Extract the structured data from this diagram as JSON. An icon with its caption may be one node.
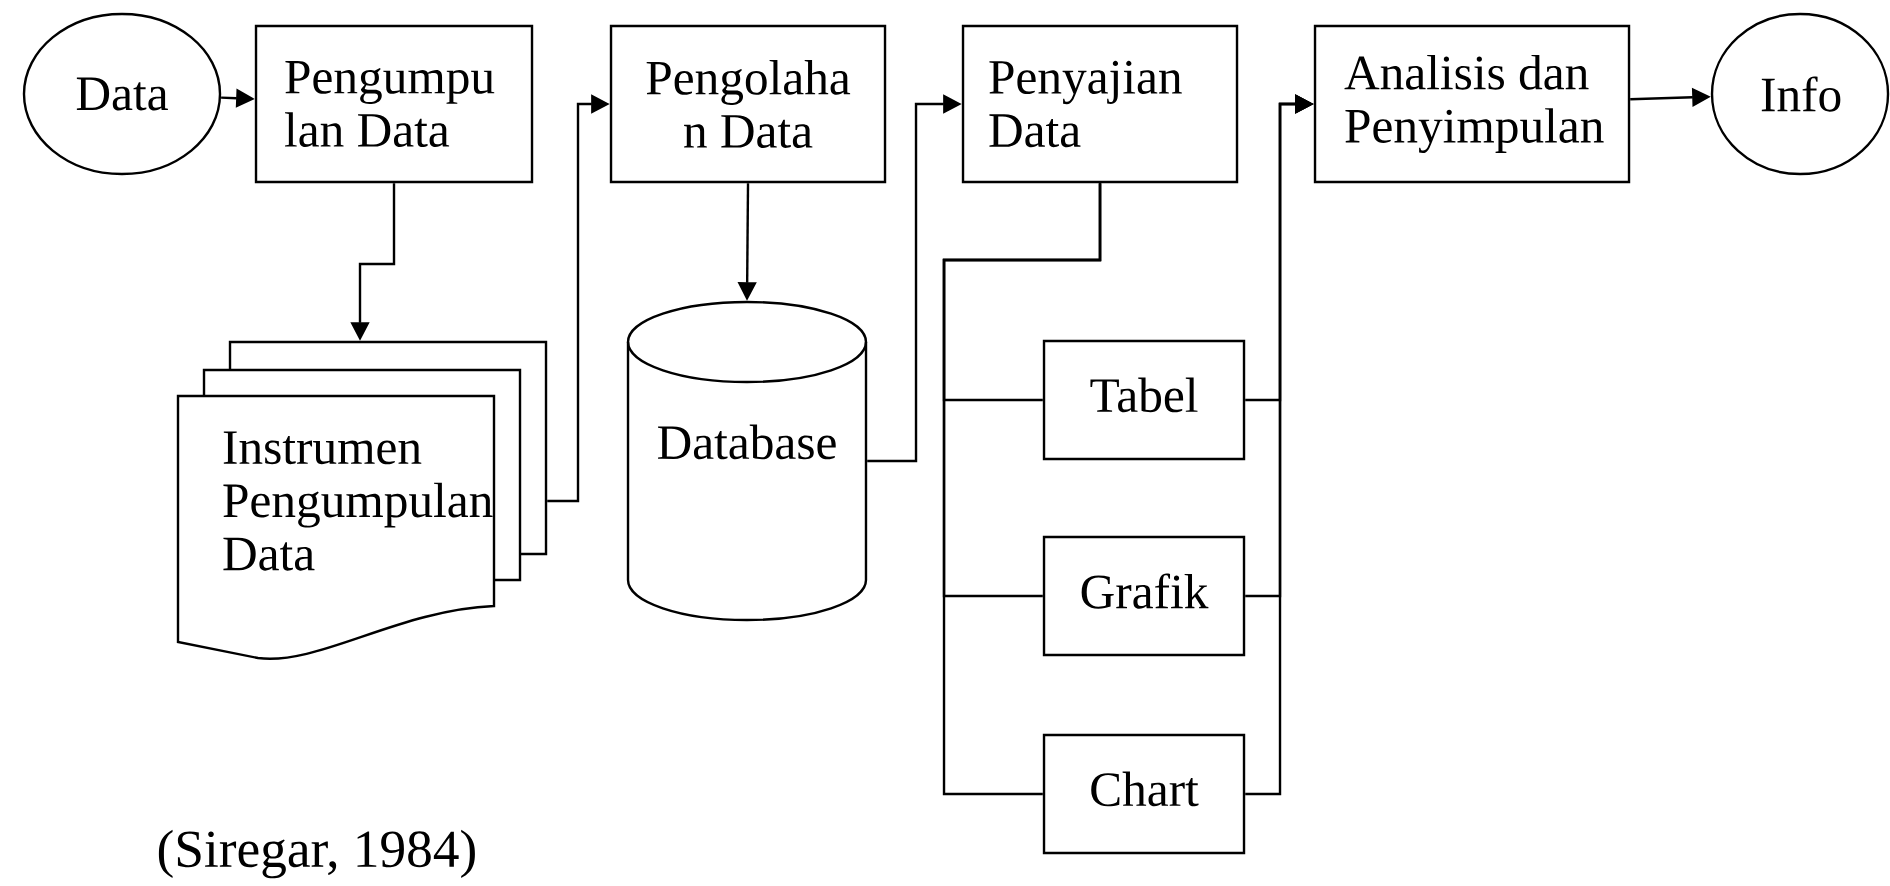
{
  "diagram": {
    "nodes": [
      {
        "text": [
          "Data"
        ]
      },
      {
        "text": [
          "Pengumpu lan Data"
        ]
      },
      {
        "text": [
          "Pengolaha n Data"
        ]
      },
      {
        "text": [
          "Penyajian Data"
        ]
      },
      {
        "text": [
          "Analisis dan Penyimpulan"
        ]
      },
      {
        "text": [
          "Info"
        ]
      },
      {
        "text": [
          "Instrumen Pengumpulan Data"
        ]
      },
      {
        "text": [
          "Database"
        ]
      },
      {
        "text": [
          "Tabel"
        ]
      },
      {
        "text": [
          "Grafik"
        ]
      },
      {
        "text": [
          "Chart"
        ]
      }
    ],
    "edges": [
      {
        "from": 0,
        "to": 1,
        "arrow": "to"
      },
      {
        "from": 1,
        "to": 6,
        "arrow": "to"
      },
      {
        "from": 6,
        "to": 2,
        "arrow": "to"
      },
      {
        "from": 2,
        "to": 7,
        "arrow": "to"
      },
      {
        "from": 7,
        "to": 3,
        "arrow": "to"
      },
      {
        "from": 3,
        "to": 8,
        "arrow": "none"
      },
      {
        "from": 3,
        "to": 9,
        "arrow": "none"
      },
      {
        "from": 3,
        "to": 10,
        "arrow": "none"
      },
      {
        "from": 8,
        "to": 4,
        "arrow": "to"
      },
      {
        "from": 9,
        "to": 4,
        "arrow": "to"
      },
      {
        "from": 10,
        "to": 4,
        "arrow": "to"
      },
      {
        "from": 4,
        "to": 5,
        "arrow": "to"
      }
    ],
    "labels": [
      "(Siregar, 1984)"
    ]
  }
}
